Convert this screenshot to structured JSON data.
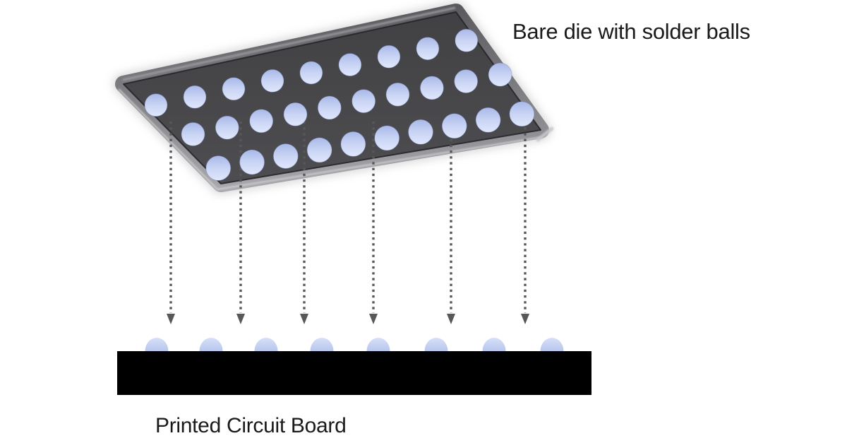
{
  "labels": {
    "die": "Bare die with solder balls",
    "pcb": "Printed Circuit Board"
  },
  "die": {
    "solder_ball_rows": [
      9,
      10,
      10
    ],
    "solder_ball_total": 29
  },
  "assembly_arrows": {
    "count": 6
  },
  "pcb": {
    "pad_count": 8
  },
  "colors": {
    "background": "#ffffff",
    "label_text": "#1a1a1a",
    "die_face_top": "#414143",
    "die_face_bottom": "#4e4e52",
    "die_bevel_top": "#5a5a5e",
    "die_bevel_bottom": "#ababaf",
    "die_edge_line": "#26262a",
    "die_shadow": "#b3b3b3",
    "die_highlight": "#9e9ea2",
    "die_lip": "#d3d3d7",
    "die_corner_accent": "#c8c8cc",
    "solder_ball_top": "#a9b8e8",
    "solder_ball_mid": "#c9d4f4",
    "solder_ball_bottom": "#e0e7fc",
    "solder_ball_outline": "rgba(100,120,170,0.35)",
    "arrow": "#58585a",
    "pcb_board": "#000000",
    "pad_top": "#d7e0f8",
    "pad_bottom": "#b7c6ee"
  }
}
